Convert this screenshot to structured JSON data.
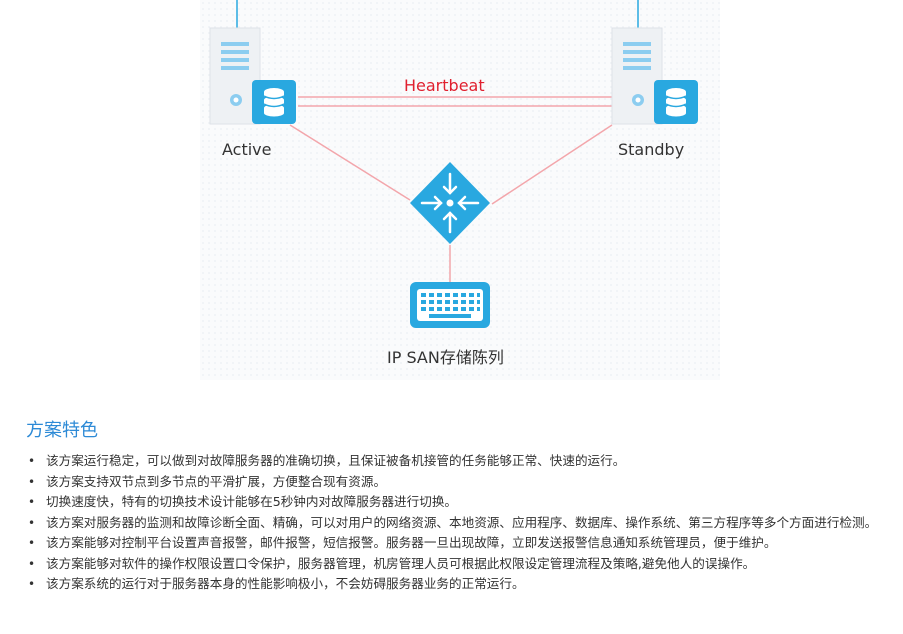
{
  "diagram": {
    "heartbeat_label": "Heartbeat",
    "active_label": "Active",
    "standby_label": "Standby",
    "storage_label": "IP SAN存储陈列",
    "colors": {
      "accent_blue": "#29a8e0",
      "heartbeat_red": "#e0202f",
      "link_pink": "#f3a6ab",
      "server_gray": "#eef1f4"
    }
  },
  "section": {
    "title": "方案特色"
  },
  "features": [
    "该方案运行稳定，可以做到对故障服务器的准确切换，且保证被备机接管的任务能够正常、快速的运行。",
    "该方案支持双节点到多节点的平滑扩展，方便整合现有资源。",
    "切换速度快，特有的切换技术设计能够在5秒钟内对故障服务器进行切换。",
    "该方案对服务器的监测和故障诊断全面、精确，可以对用户的网络资源、本地资源、应用程序、数据库、操作系统、第三方程序等多个方面进行检测。",
    "该方案能够对控制平台设置声音报警，邮件报警，短信报警。服务器一旦出现故障，立即发送报警信息通知系统管理员，便于维护。",
    "该方案能够对软件的操作权限设置口令保护，服务器管理，机房管理人员可根据此权限设定管理流程及策略,避免他人的误操作。",
    "该方案系统的运行对于服务器本身的性能影响极小，不会妨碍服务器业务的正常运行。"
  ]
}
